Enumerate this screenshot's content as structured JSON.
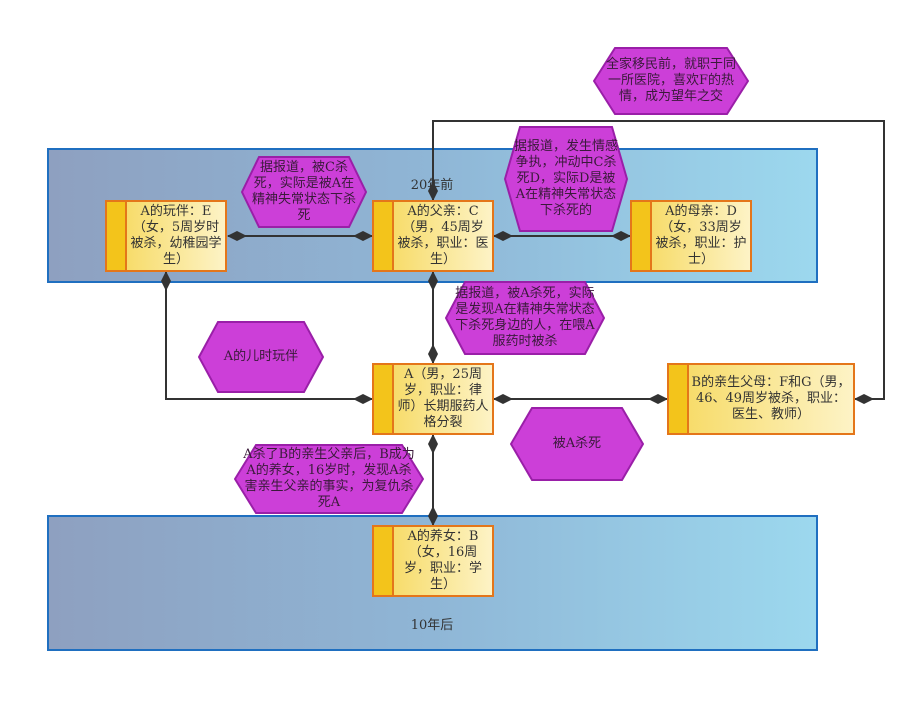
{
  "bands": {
    "top_label": "20年前",
    "bottom_label": "10年后"
  },
  "cards": {
    "e": "A的玩伴：E（女，5周岁时被杀，幼稚园学生）",
    "c": "A的父亲：C（男，45周岁被杀，职业：医生）",
    "d": "A的母亲：D（女，33周岁被杀，职业：护士）",
    "a": "A（男，25周岁，职业：律师）长期服药人格分裂",
    "fg": "B的亲生父母：F和G（男，46、49周岁被杀，职业：医生、教师）",
    "b": "A的养女：B（女，16周岁，职业：学生）"
  },
  "notes": {
    "n1": "全家移民前，就职于同一所医院，喜欢F的热情，成为望年之交",
    "n2": "据报道，被C杀死，实际是被A在精神失常状态下杀死",
    "n3": "据报道，发生情感争执，冲动中C杀死D，实际D是被A在精神失常状态下杀死的",
    "n4": "据报道，被A杀死，实际是发现A在精神失常状态下杀死身边的人，在喂A服药时被杀",
    "n5": "A的儿时玩伴",
    "n6": "被A杀死",
    "n7": "A杀了B的亲生父亲后，B成为A的养女，16岁时，发现A杀害亲生父亲的事实，为复仇杀死A"
  },
  "colors": {
    "band_border": "#1f6fc0",
    "card_border": "#e4761a",
    "card_bar": "#f3c41b",
    "hex_fill": "#cc3fd8",
    "hex_border": "#9a1fa8",
    "connector": "#333333"
  }
}
